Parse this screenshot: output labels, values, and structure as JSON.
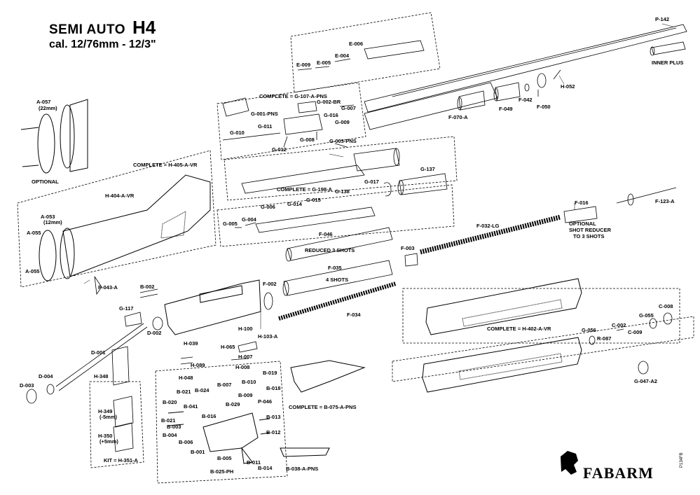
{
  "title": {
    "line1_model_prefix": "SEMI AUTO",
    "line1_model": "H4",
    "line2": "cal. 12/76mm - 12/3\""
  },
  "brand": "FABARM",
  "doc_code": "P134FB",
  "labels": {
    "P142": "P-142",
    "INNER_PLUS": "INNER PLUS",
    "E009": "E-009",
    "E005": "E-005",
    "E004": "E-004",
    "E006": "E-006",
    "F070A": "F-070-A",
    "F049": "F-049",
    "F042": "F-042",
    "F050": "F-050",
    "H052": "H-052",
    "G107": "COMPLETE = G-107-A-PNS",
    "G001": "G-001-PNS",
    "G002": "G-002-BR",
    "G007": "G-007",
    "G016": "G-016",
    "G009": "G-009",
    "G010": "G-010",
    "G011": "G-011",
    "G012": "G-012",
    "G008": "G-008",
    "G003": "G-003-PNS",
    "G198": "COMPLETE = G-198-A",
    "G017": "G-017",
    "G137": "G-137",
    "G005": "G-005",
    "G004": "G-004",
    "G006": "G-006",
    "G014": "G-014",
    "G015": "G-015",
    "G138": "G-138",
    "A057": "A-057",
    "A057_size": "(22mm)",
    "OPTIONAL": "OPTIONAL",
    "H405": "COMPLETE = H-405-A-VR",
    "H404": "H-404-A-VR",
    "A053": "A-053",
    "A053_size": "(12mm)",
    "A055a": "A-055",
    "A055b": "A-055",
    "F046": "F-046",
    "REDUCED": "REDUCED 3 SHOTS",
    "F035": "F-035",
    "FOUR": "4 SHOTS",
    "F003": "F-003",
    "F032": "F-032-LG",
    "F016": "F-016",
    "SHOTRED1": "OPTIONAL",
    "SHOTRED2": "SHOT REDUCER",
    "SHOTRED3": "TO 3 SHOTS",
    "F123": "F-123-A",
    "P043": "P-043-A",
    "B002": "B-002",
    "F002": "F-002",
    "G117": "G-117",
    "D002": "D-002",
    "F034": "F-034",
    "H402": "COMPLETE = H-402-A-VR",
    "G056": "G-056",
    "R087": "R-087",
    "C002": "C-002",
    "C009": "C-009",
    "G055": "G-055",
    "C008": "C-008",
    "D001": "D-001",
    "H039": "H-039",
    "H100": "H-100",
    "H065": "H-065",
    "H103": "H-103-A",
    "H089": "H-089",
    "H007": "H-007",
    "H048": "H-048",
    "H008": "H-008",
    "D003": "D-003",
    "D004": "D-004",
    "H348": "H-348",
    "H349": "H-349",
    "H349_size": "(-5mm)",
    "H350": "H-350",
    "H350_size": "(+5mm)",
    "H351": "KIT = H-351-A",
    "B020": "B-020",
    "B021a": "B-021",
    "B024": "B-024",
    "B007": "B-007",
    "B010": "B-010",
    "B019": "B-019",
    "B041": "B-041",
    "B009": "B-009",
    "B018": "B-018",
    "B029": "B-029",
    "P046": "P-046",
    "B021b": "B-021",
    "B016": "B-016",
    "B003": "B-003",
    "B004": "B-004",
    "B006": "B-006",
    "B013": "B-013",
    "B012": "B-012",
    "B001": "B-001",
    "B005": "B-005",
    "B011": "B-011",
    "B025": "B-025-PH",
    "B014": "B-014",
    "B038": "B-038-A-PNS",
    "B075": "COMPLETE = B-075-A-PNS",
    "G047": "G-047-A2"
  }
}
